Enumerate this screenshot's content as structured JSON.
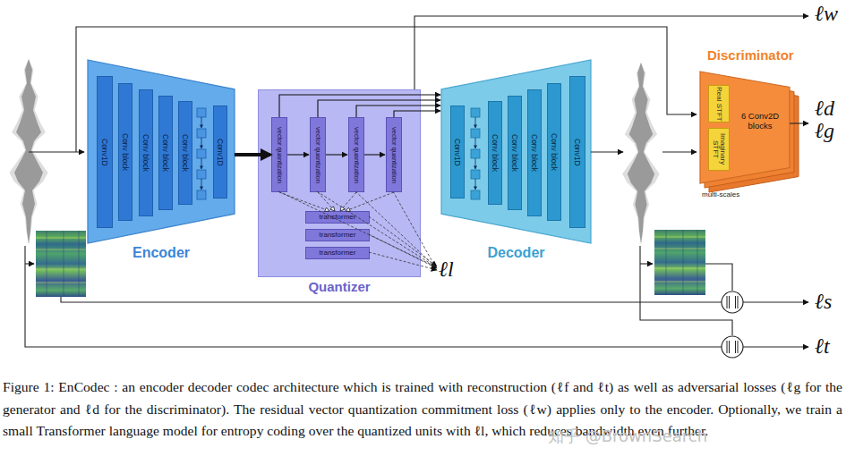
{
  "diagram": {
    "caption": "Figure 1: EnCodec : an encoder decoder codec architecture which is trained with reconstruction (ℓf and ℓt) as well as adversarial losses (ℓg for the generator and ℓd for the discriminator). The residual vector quantization commitment loss (ℓw) applies only to the encoder. Optionally, we train a small Transformer language model for entropy coding over the quantized units with ℓl, which reduces bandwidth even further.",
    "nodes": [
      {
        "text": [
          "Encoder"
        ]
      },
      {
        "text": [
          "Conv1D"
        ],
        "in": 0
      },
      {
        "text": [
          "Conv block"
        ],
        "in": 0
      },
      {
        "text": [
          "Conv block"
        ],
        "in": 0
      },
      {
        "text": [
          "Conv block"
        ],
        "in": 0
      },
      {
        "text": [
          "Conv block"
        ],
        "in": 0
      },
      {
        "text": [
          "Conv1D"
        ],
        "in": 0
      },
      {
        "text": [
          "Quantizer"
        ]
      },
      {
        "text": [
          "vector quantization"
        ],
        "in": 7
      },
      {
        "text": [
          "vector quantization"
        ],
        "in": 7
      },
      {
        "text": [
          "vector quantization"
        ],
        "in": 7
      },
      {
        "text": [
          "vector quantization"
        ],
        "in": 7
      },
      {
        "text": [
          "transformer"
        ],
        "in": 7
      },
      {
        "text": [
          "transformer"
        ],
        "in": 7
      },
      {
        "text": [
          "transformer"
        ],
        "in": 7
      },
      {
        "text": [
          "Decoder"
        ]
      },
      {
        "text": [
          "Conv1D"
        ],
        "in": 15
      },
      {
        "text": [
          "Conv block"
        ],
        "in": 15
      },
      {
        "text": [
          "Conv block"
        ],
        "in": 15
      },
      {
        "text": [
          "Conv block"
        ],
        "in": 15
      },
      {
        "text": [
          "Conv block"
        ],
        "in": 15
      },
      {
        "text": [
          "Conv1D"
        ],
        "in": 15
      },
      {
        "text": [
          "Discriminator",
          "6 Conv2D blocks",
          "multi-scales"
        ]
      },
      {
        "text": [
          "Real STFT"
        ],
        "in": 22
      },
      {
        "text": [
          "Imaginary STFT"
        ],
        "in": 22
      }
    ],
    "edges": [
      {
        "from": 0,
        "to": 8,
        "arrow": "to"
      },
      {
        "from": 8,
        "to": 9,
        "arrow": "to"
      },
      {
        "from": 9,
        "to": 10,
        "arrow": "to"
      },
      {
        "from": 10,
        "to": 11,
        "arrow": "to"
      },
      {
        "from": 8,
        "to": 15,
        "arrow": "to"
      },
      {
        "from": 9,
        "to": 15,
        "arrow": "to"
      },
      {
        "from": 10,
        "to": 15,
        "arrow": "to"
      },
      {
        "from": 11,
        "to": 15,
        "arrow": "to"
      },
      {
        "from": 8,
        "to": 12,
        "arrow": "to"
      },
      {
        "from": 9,
        "to": 12,
        "arrow": "to"
      },
      {
        "from": 10,
        "to": 12,
        "arrow": "to"
      },
      {
        "from": 11,
        "to": 12,
        "arrow": "to"
      }
    ],
    "labels": [
      "ℓw",
      "ℓd",
      "ℓg",
      "ℓl",
      "ℓs",
      "ℓt",
      "知乎 @BrownSearch"
    ]
  }
}
